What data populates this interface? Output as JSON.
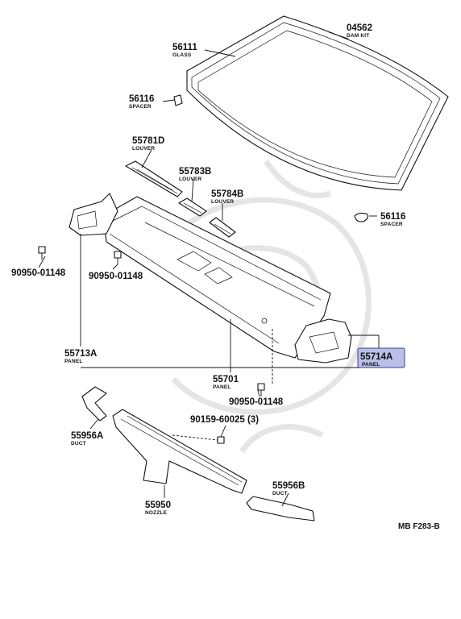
{
  "parts": [
    {
      "number": "04562",
      "name": "DAM KIT"
    },
    {
      "number": "56111",
      "name": "GLASS"
    },
    {
      "number": "56116",
      "name": "SPACER"
    },
    {
      "number": "56116",
      "name": "SPACER"
    },
    {
      "number": "55781D",
      "name": "LOUVER"
    },
    {
      "number": "55783B",
      "name": "LOUVER"
    },
    {
      "number": "55784B",
      "name": "LOUVER"
    },
    {
      "number": "90950-01148",
      "name": ""
    },
    {
      "number": "90950-01148",
      "name": ""
    },
    {
      "number": "55713A",
      "name": "PANEL"
    },
    {
      "number": "55714A",
      "name": "PANEL",
      "highlighted": true
    },
    {
      "number": "55701",
      "name": "PANEL"
    },
    {
      "number": "90950-01148",
      "name": ""
    },
    {
      "number": "90159-60025 (3)",
      "name": ""
    },
    {
      "number": "55956A",
      "name": "DUCT"
    },
    {
      "number": "55956B",
      "name": "DUCT"
    },
    {
      "number": "55950",
      "name": "NOZZLE"
    }
  ],
  "figure_code": "MB F283-B",
  "colors": {
    "highlight_fill": "#b9bfe6",
    "highlight_border": "#3a3f8f",
    "line": "#111111"
  }
}
